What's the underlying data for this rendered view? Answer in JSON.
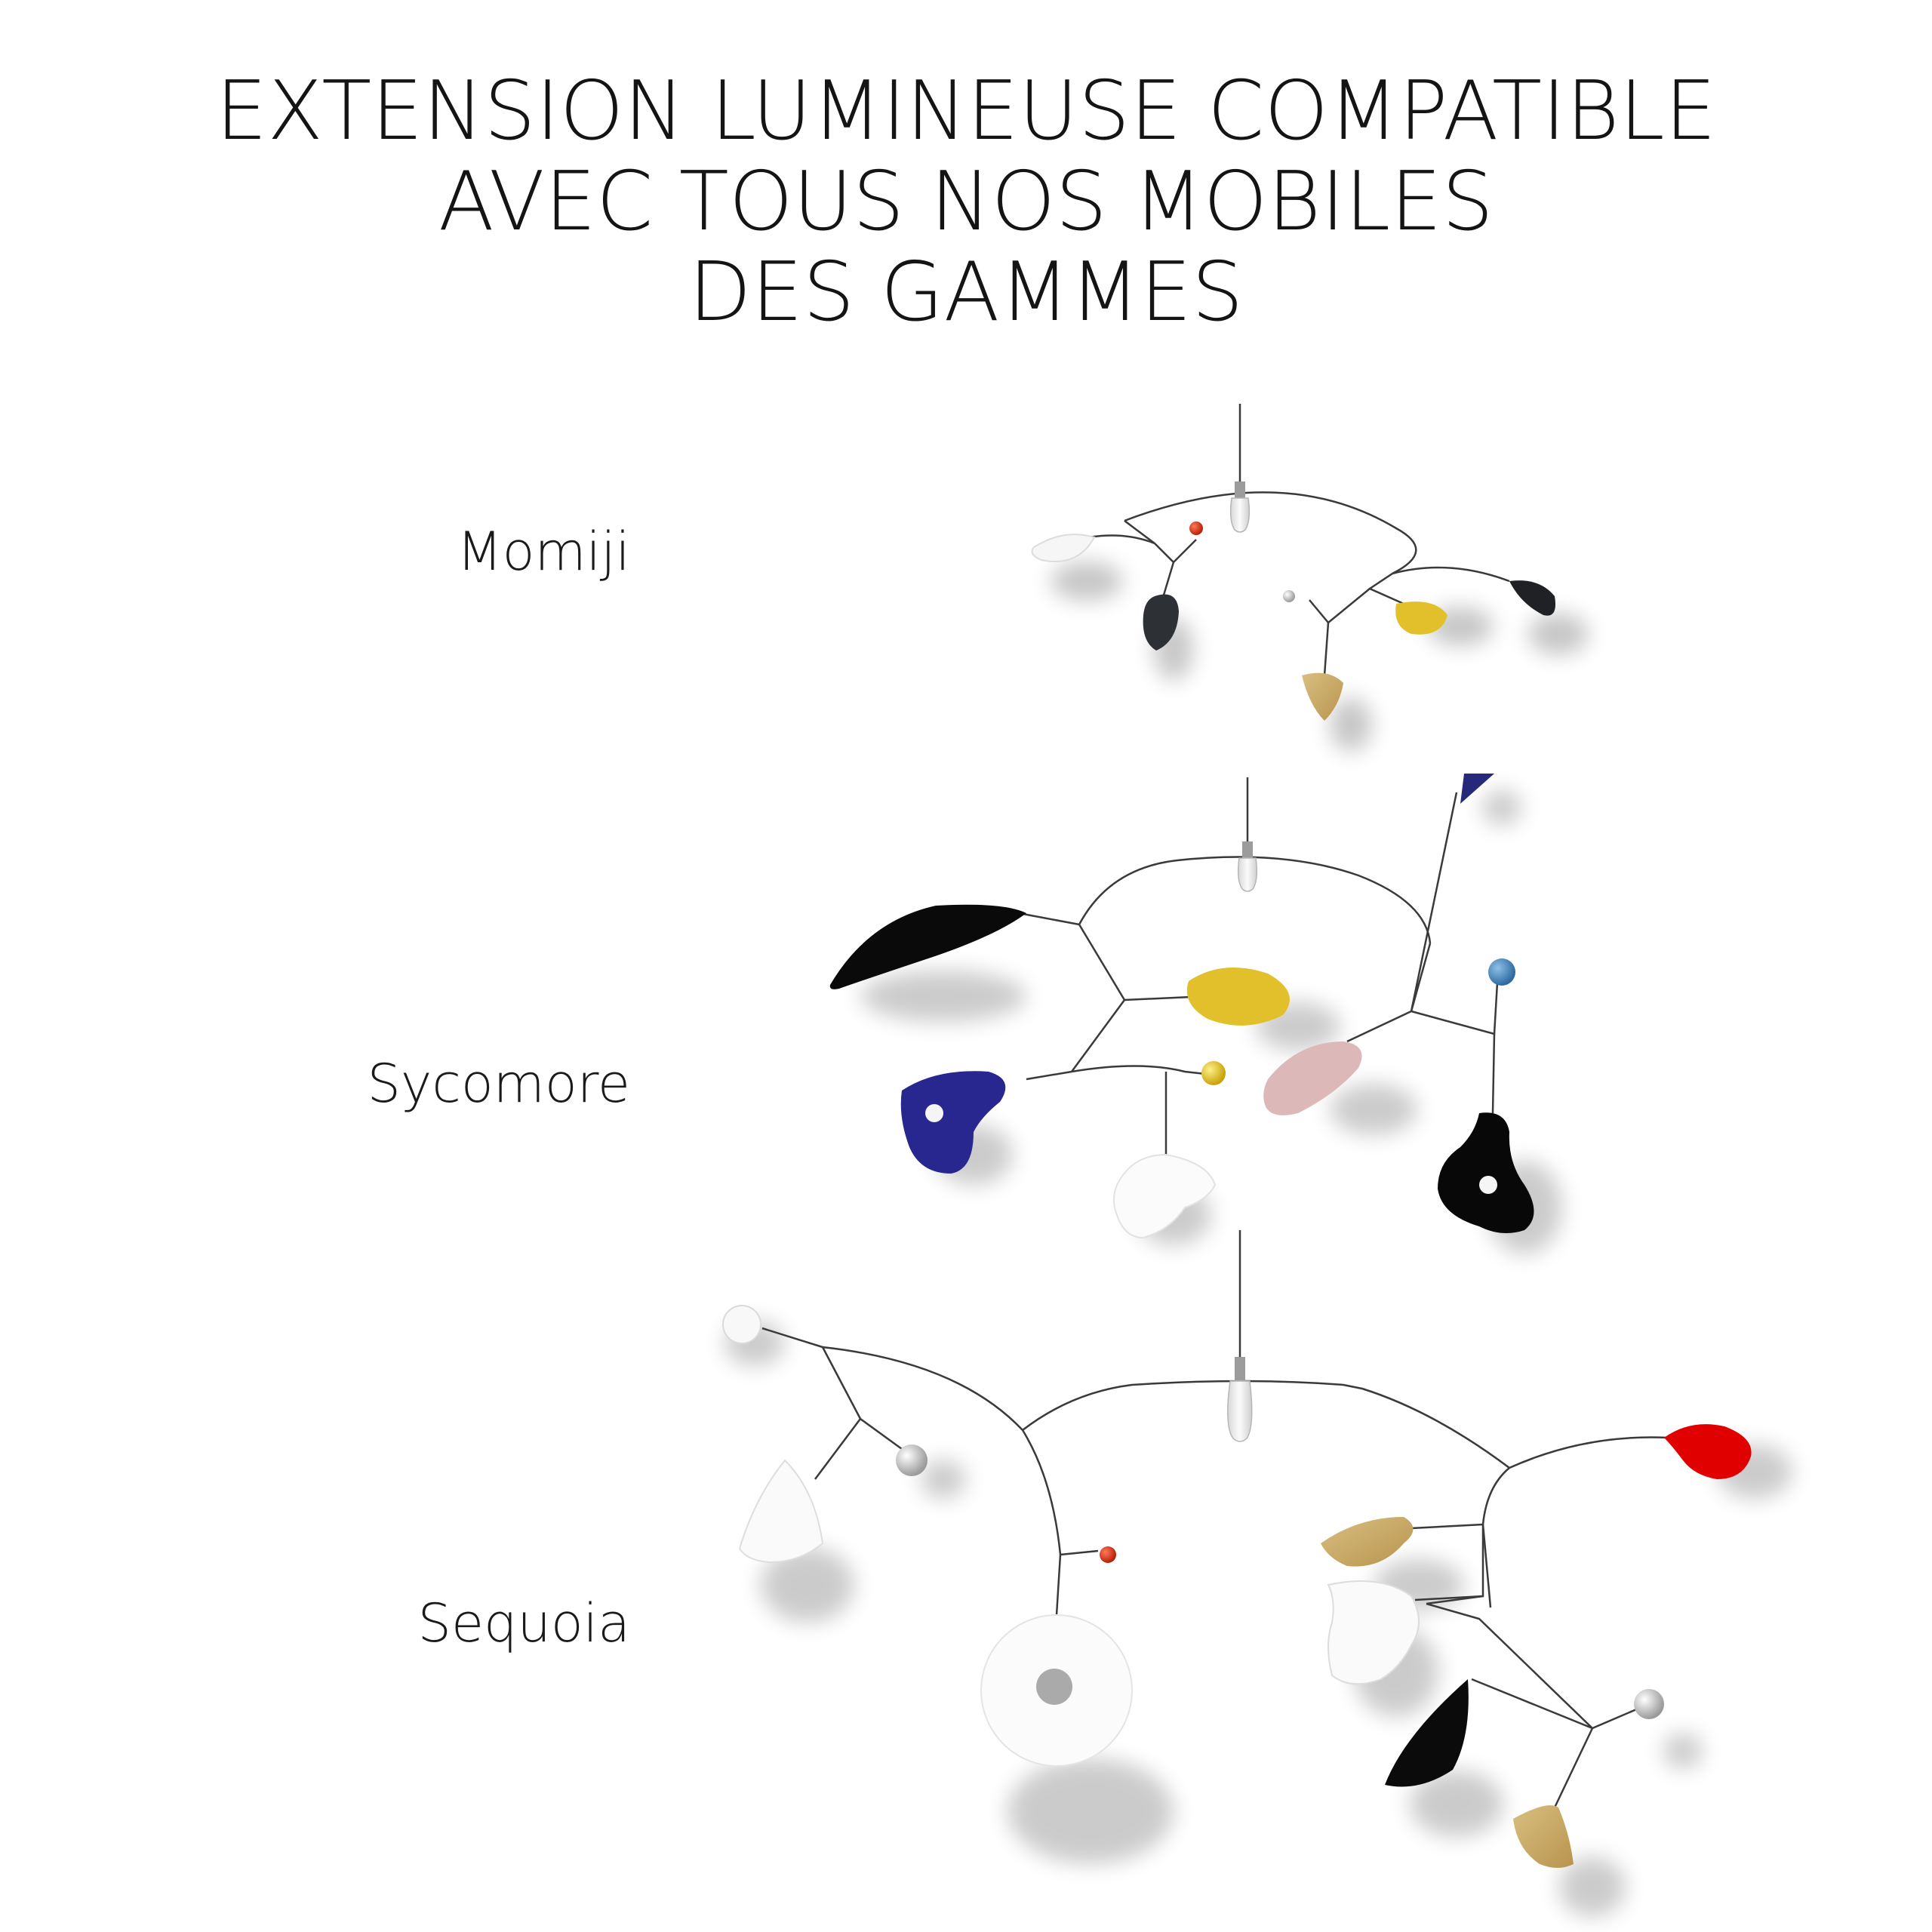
{
  "title": {
    "lines": [
      "EXTENSION LUMINEUSE COMPATIBLE",
      "AVEC TOUS NOS MOBILES",
      "DES GAMMES"
    ]
  },
  "ranges": [
    {
      "name": "Momiji"
    },
    {
      "name": "Sycomore"
    },
    {
      "name": "Sequoia"
    }
  ],
  "colors": {
    "text": "#141414",
    "wire": "#333333",
    "black": "#0d0d0d",
    "yellow": "#e3c12a",
    "blue": "#2a2a8a",
    "pink": "#dcb8b8",
    "red": "#e00000",
    "gold": "#c7a664",
    "white": "#f7f7f7"
  }
}
